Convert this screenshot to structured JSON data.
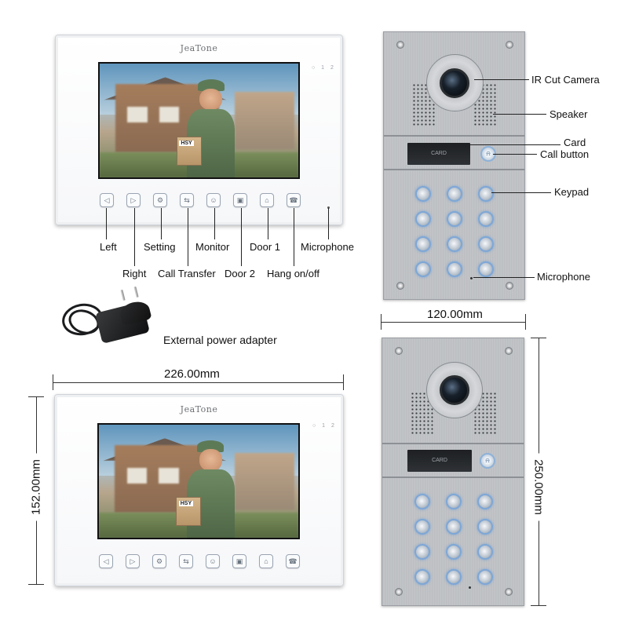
{
  "brand": "JeaTone",
  "indicators": "○ 1 2",
  "top_monitor": {
    "buttons": [
      {
        "icon": "left-arrow-icon",
        "glyph": "◁"
      },
      {
        "icon": "right-arrow-icon",
        "glyph": "▷"
      },
      {
        "icon": "setting-icon",
        "glyph": "⚙"
      },
      {
        "icon": "call-transfer-icon",
        "glyph": "⇆"
      },
      {
        "icon": "monitor-icon",
        "glyph": "☺"
      },
      {
        "icon": "door2-icon",
        "glyph": "▣"
      },
      {
        "icon": "door1-lock-icon",
        "glyph": "⌂"
      },
      {
        "icon": "hang-phone-icon",
        "glyph": "☎"
      }
    ]
  },
  "callouts": {
    "left": "Left",
    "right": "Right",
    "setting": "Setting",
    "call_transfer": "Call Transfer",
    "monitor": "Monitor",
    "door2": "Door 2",
    "door1": "Door 1",
    "hang": "Hang on/off",
    "microphone_monitor": "Microphone",
    "ir_camera": "IR Cut Camera",
    "speaker": "Speaker",
    "card": "Card",
    "call_button": "Call button",
    "keypad": "Keypad",
    "microphone_door": "Microphone"
  },
  "card_label": "CARD",
  "adapter_label": "External power adapter",
  "box_label": "HSY",
  "dimensions": {
    "monitor_width": "226.00mm",
    "monitor_height": "152.00mm",
    "door_width": "120.00mm",
    "door_height": "250.00mm"
  },
  "colors": {
    "key_ring": "#7ea7d6",
    "door_metal": "#c4c6c9",
    "monitor_frame": "#ffffff"
  }
}
